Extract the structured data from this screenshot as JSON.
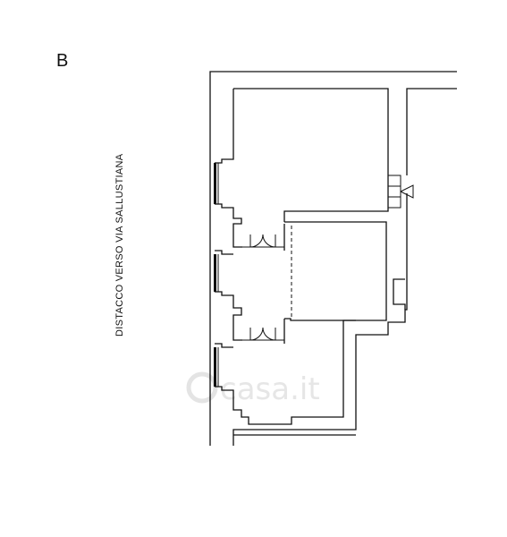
{
  "drawing": {
    "section_letter": "B",
    "side_note": "DISTACCO VERSO VIA SALLUSTIANA",
    "watermark": "casa.it"
  }
}
